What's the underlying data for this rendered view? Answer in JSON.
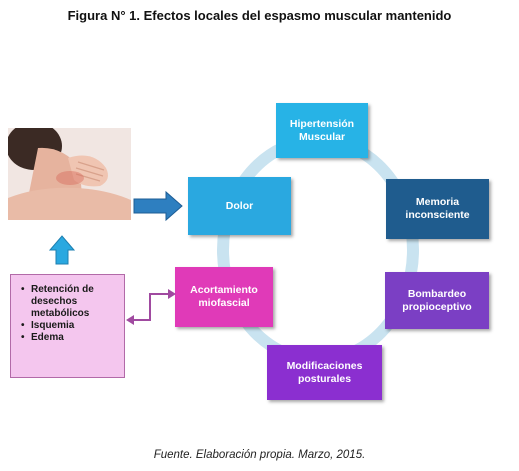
{
  "title": "Figura N° 1. Efectos locales del espasmo muscular mantenido",
  "caption": "Fuente. Elaboración propia. Marzo, 2015.",
  "cycle": {
    "hipertension": "Hipertensión\nMuscular",
    "memoria": "Memoria\ninconsciente",
    "bombardeo": "Bombardeo\npropioceptivo",
    "modificaciones": "Modificaciones\nposturales",
    "acortamiento": "Acortamiento\nmiofascial",
    "dolor": "Dolor"
  },
  "effects_list": [
    "Retención de desechos metabólicos",
    "Isquemia",
    "Edema"
  ],
  "colors": {
    "hipertension": "#27b3e6",
    "memoria": "#1f5c8e",
    "bombardeo": "#7b3fc4",
    "modificaciones": "#8b2fd0",
    "acortamiento": "#e03ab8",
    "dolor": "#2aa8e0",
    "ring": "#c9e3f0",
    "list_box": "#f4c6ee",
    "arrow_blue": "#2e7fc0",
    "connector": "#a04aa0"
  },
  "image": "person-neck-massage"
}
